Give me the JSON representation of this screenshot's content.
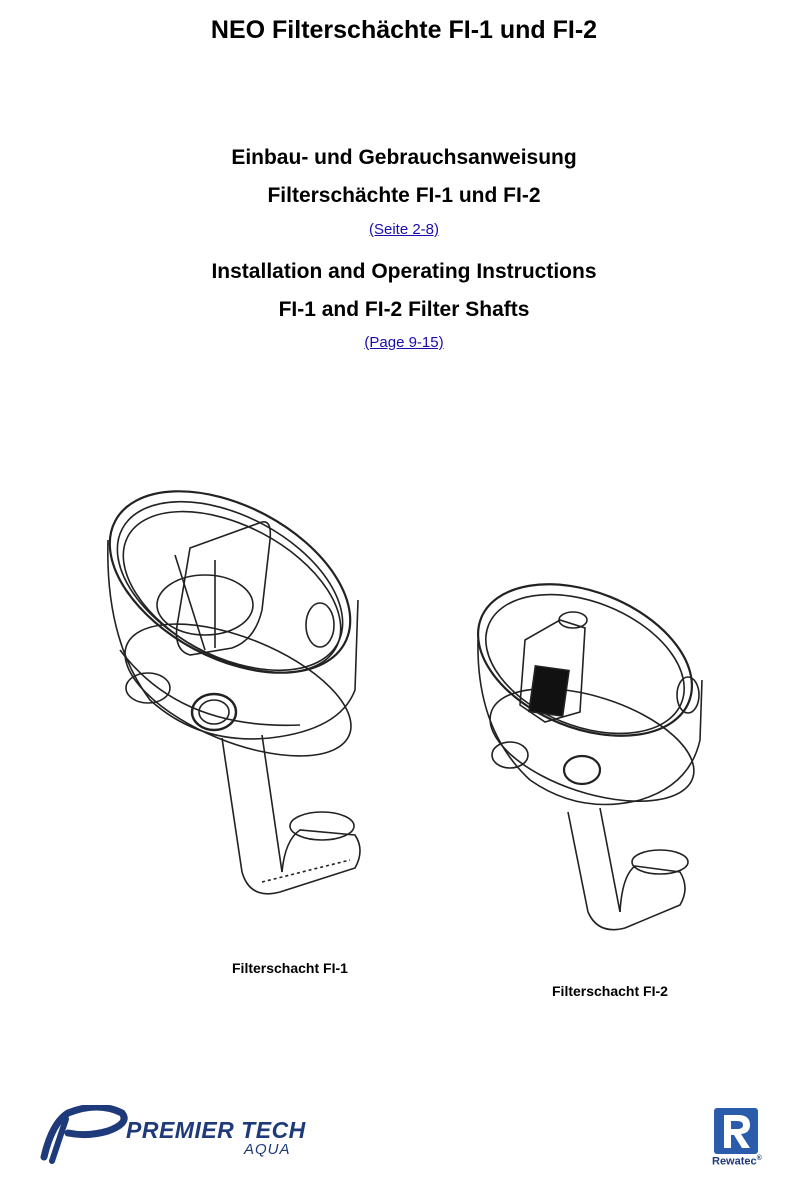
{
  "document": {
    "title": "NEO Filterschächte FI-1 und FI-2",
    "german": {
      "line1": "Einbau- und Gebrauchsanweisung",
      "line2": "Filterschächte FI-1 und FI-2",
      "link": "(Seite 2-8)"
    },
    "english": {
      "line1": "Installation and Operating Instructions",
      "line2": "FI-1 and FI-2 Filter Shafts",
      "link": "(Page 9-15)"
    },
    "figures": {
      "fi1_caption": "Filterschacht FI-1",
      "fi2_caption": "Filterschacht FI-2"
    }
  },
  "footer": {
    "left_logo_text": "PREMIER TECH",
    "left_logo_sub": "AQUA",
    "right_logo_text": "Rewatec",
    "right_logo_mark": "®"
  }
}
